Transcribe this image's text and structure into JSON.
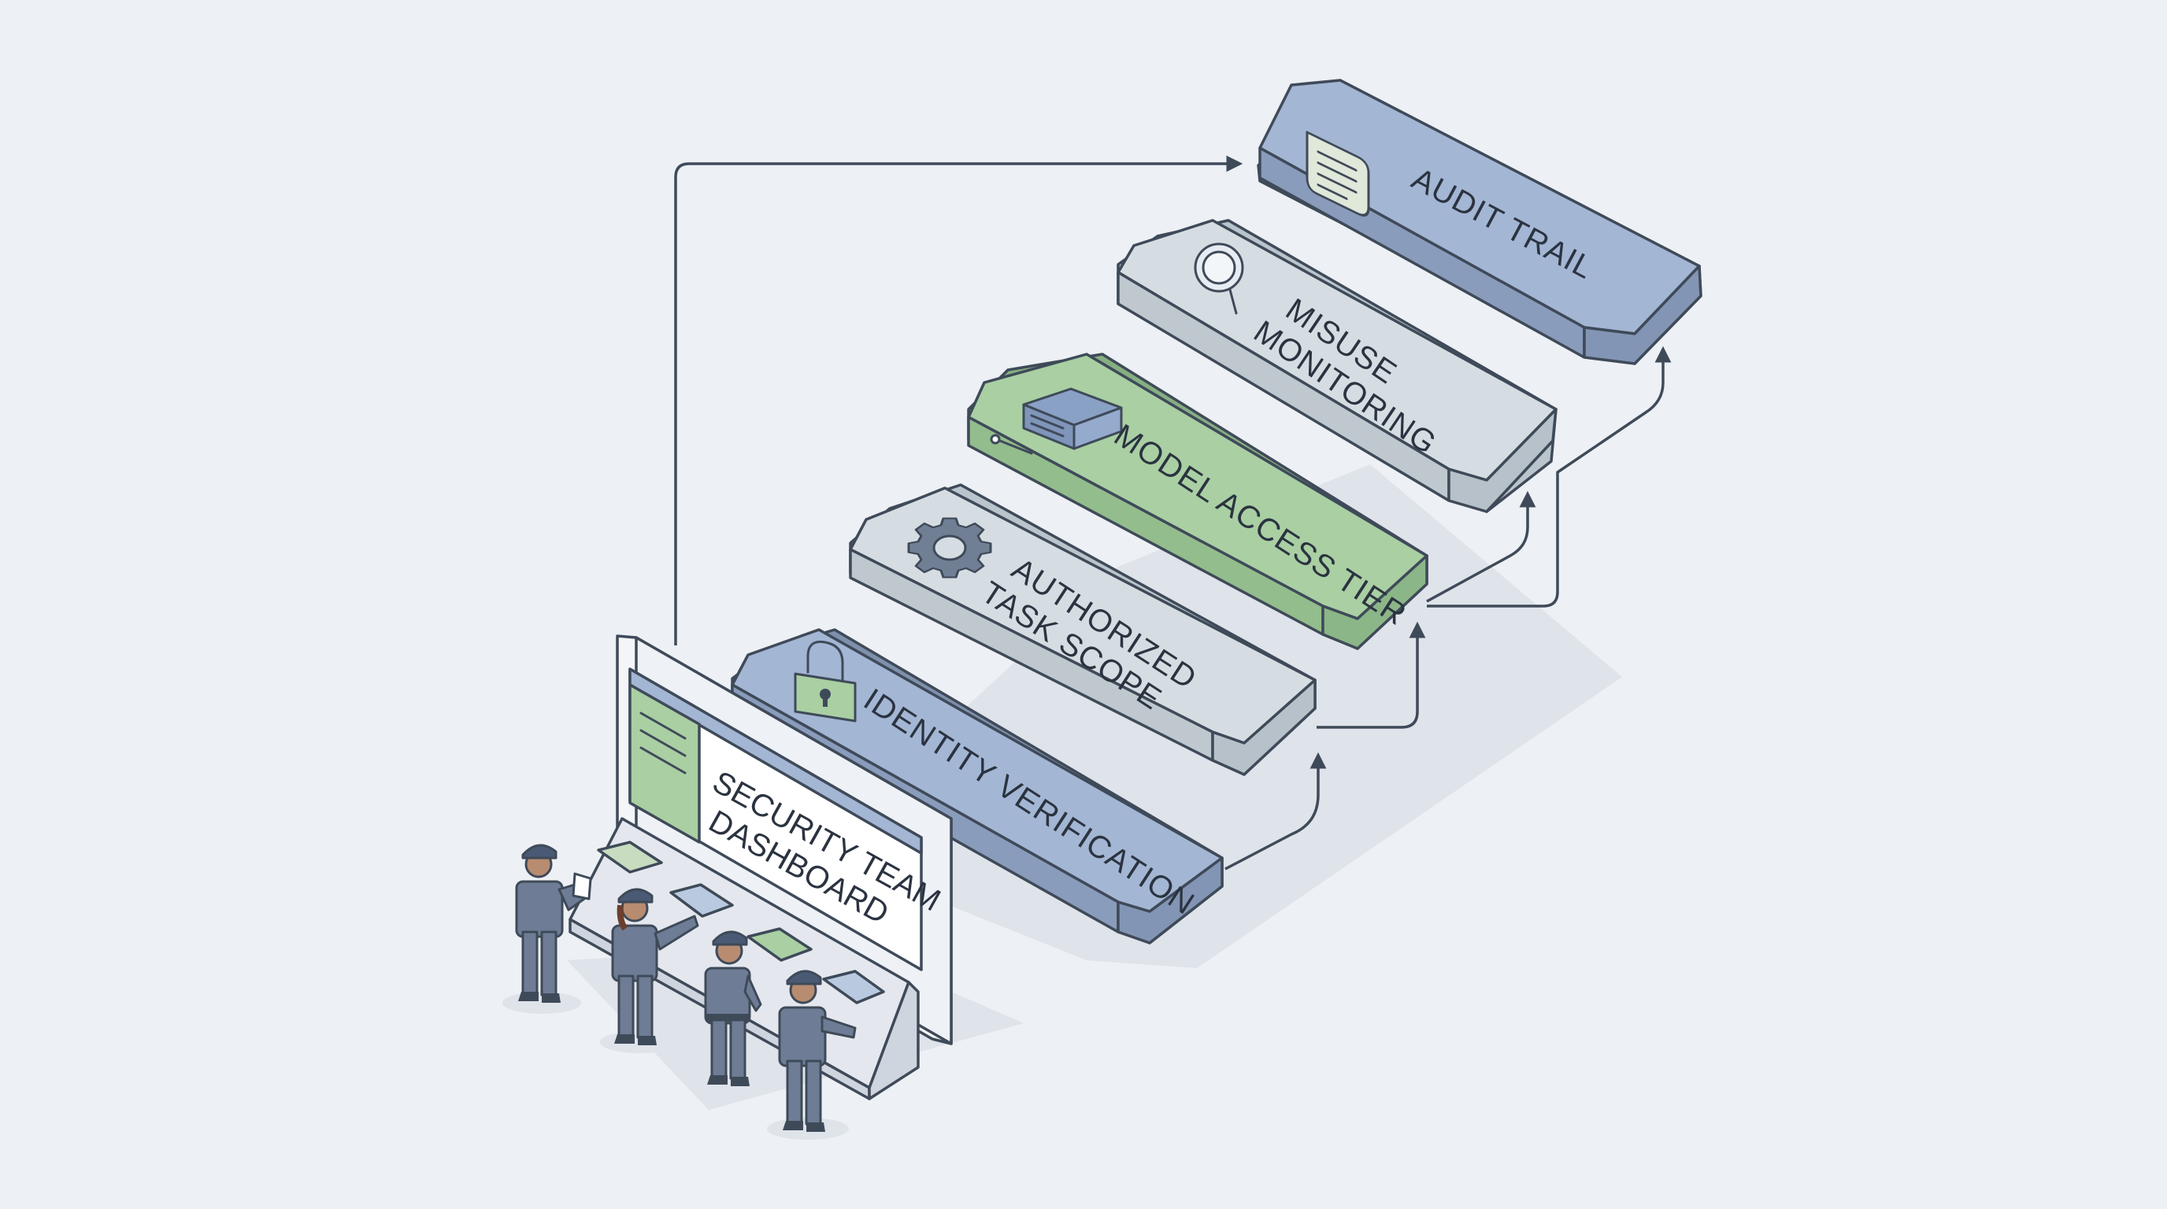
{
  "diagram": {
    "layers": [
      {
        "id": "identity",
        "lines": [
          "IDENTITY VERIFICATION"
        ],
        "icon": "padlock-icon",
        "color": "#a3b6d4"
      },
      {
        "id": "task-scope",
        "lines": [
          "AUTHORIZED",
          "TASK SCOPE"
        ],
        "icon": "gear-icon",
        "color": "#d5dde2"
      },
      {
        "id": "model-access",
        "lines": [
          "MODEL ACCESS TIER"
        ],
        "icon": "server-icon",
        "color": "#a9cfa3"
      },
      {
        "id": "misuse",
        "lines": [
          "MISUSE",
          "MONITORING"
        ],
        "icon": "magnifier-icon",
        "color": "#d5dde2"
      },
      {
        "id": "audit",
        "lines": [
          "AUDIT TRAIL"
        ],
        "icon": "scroll-icon",
        "color": "#a3b6d4"
      }
    ],
    "dashboard": {
      "lines": [
        "SECURITY TEAM",
        "DASHBOARD"
      ],
      "icon": "monitor-icon"
    },
    "colors": {
      "background": "#edf0f4",
      "stroke": "#3f4a59",
      "blue": "#a3b6d4",
      "gray": "#d5dde2",
      "green": "#a9cfa3",
      "uniform": "#6e7d95"
    }
  }
}
